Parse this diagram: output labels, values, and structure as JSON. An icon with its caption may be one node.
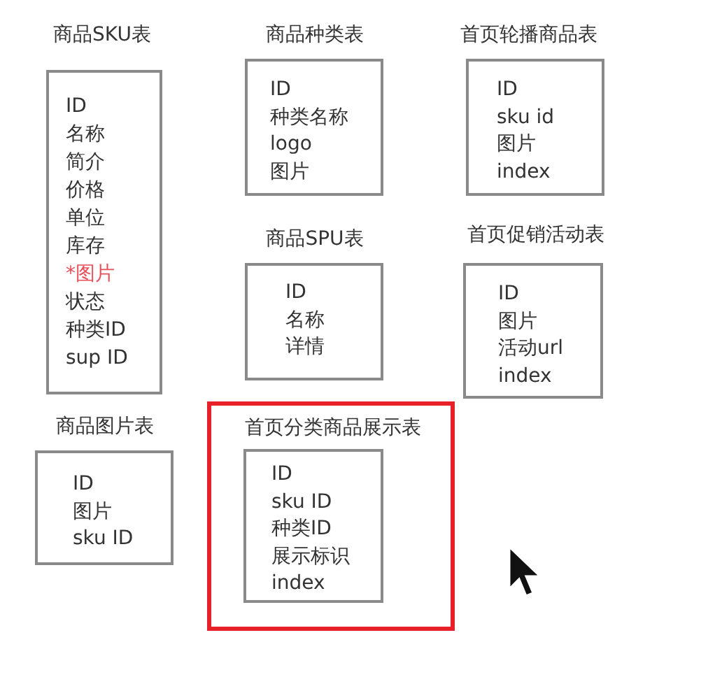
{
  "diagram": {
    "nodes": [
      {
        "text": [
          "商品SKU表",
          "ID",
          "名称",
          "简介",
          "价格",
          "单位",
          "库存",
          "*图片",
          "状态",
          "种类ID",
          "sup ID"
        ]
      },
      {
        "text": [
          "商品种类表",
          "ID",
          "种类名称",
          "logo",
          "图片"
        ]
      },
      {
        "text": [
          "首页轮播商品表",
          "ID",
          "sku id",
          "图片",
          "index"
        ]
      },
      {
        "text": [
          "商品SPU表",
          "ID",
          "名称",
          "详情"
        ]
      },
      {
        "text": [
          "首页促销活动表",
          "ID",
          "图片",
          "活动url",
          "index"
        ]
      },
      {
        "text": [
          "商品图片表",
          "ID",
          "图片",
          "sku ID"
        ]
      },
      {
        "text": [],
        "shape": "box"
      },
      {
        "text": [
          "首页分类商品展示表",
          "ID",
          "sku ID",
          "种类ID",
          "展示标识",
          "index"
        ],
        "in": 6
      }
    ]
  }
}
